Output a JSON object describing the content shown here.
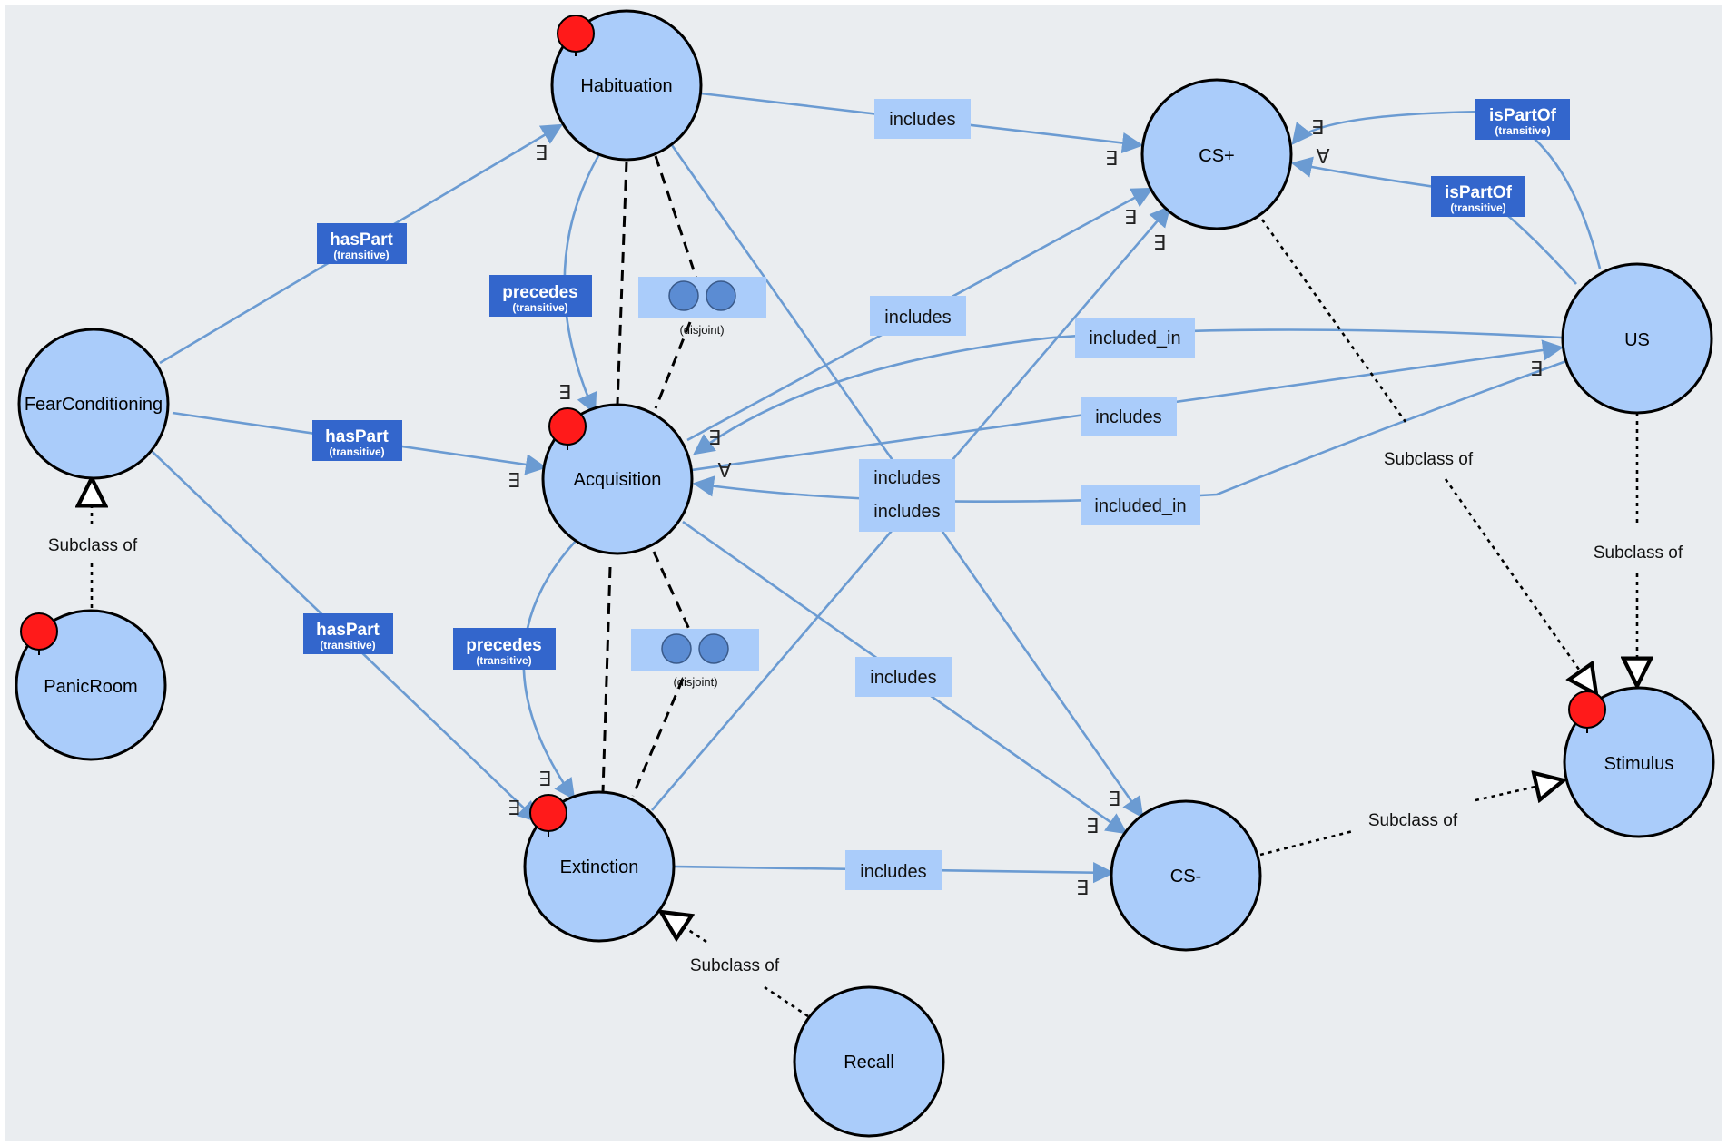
{
  "colors": {
    "background": "#eaedf0",
    "node_fill": "#aaccfa",
    "node_stroke": "#000000",
    "edge": "#6b9bd2",
    "property_box_dark": "#3366cc",
    "property_box_light": "#aaccfa",
    "marker": "#ff1a1a"
  },
  "nodes": {
    "habituation": "Habituation",
    "acquisition": "Acquisition",
    "extinction": "Extinction",
    "fear_conditioning": "FearConditioning",
    "panic_room": "PanicRoom",
    "recall": "Recall",
    "cs_plus": "CS+",
    "cs_minus": "CS-",
    "us": "US",
    "stimulus": "Stimulus"
  },
  "properties": {
    "has_part": "hasPart",
    "precedes": "precedes",
    "is_part_of": "isPartOf",
    "transitive": "(transitive)",
    "includes": "includes",
    "included_in": "included_in",
    "disjoint": "(disjoint)"
  },
  "subclass_label": "Subclass of",
  "quantifiers": {
    "exists": "∃",
    "for_all": "∀"
  }
}
